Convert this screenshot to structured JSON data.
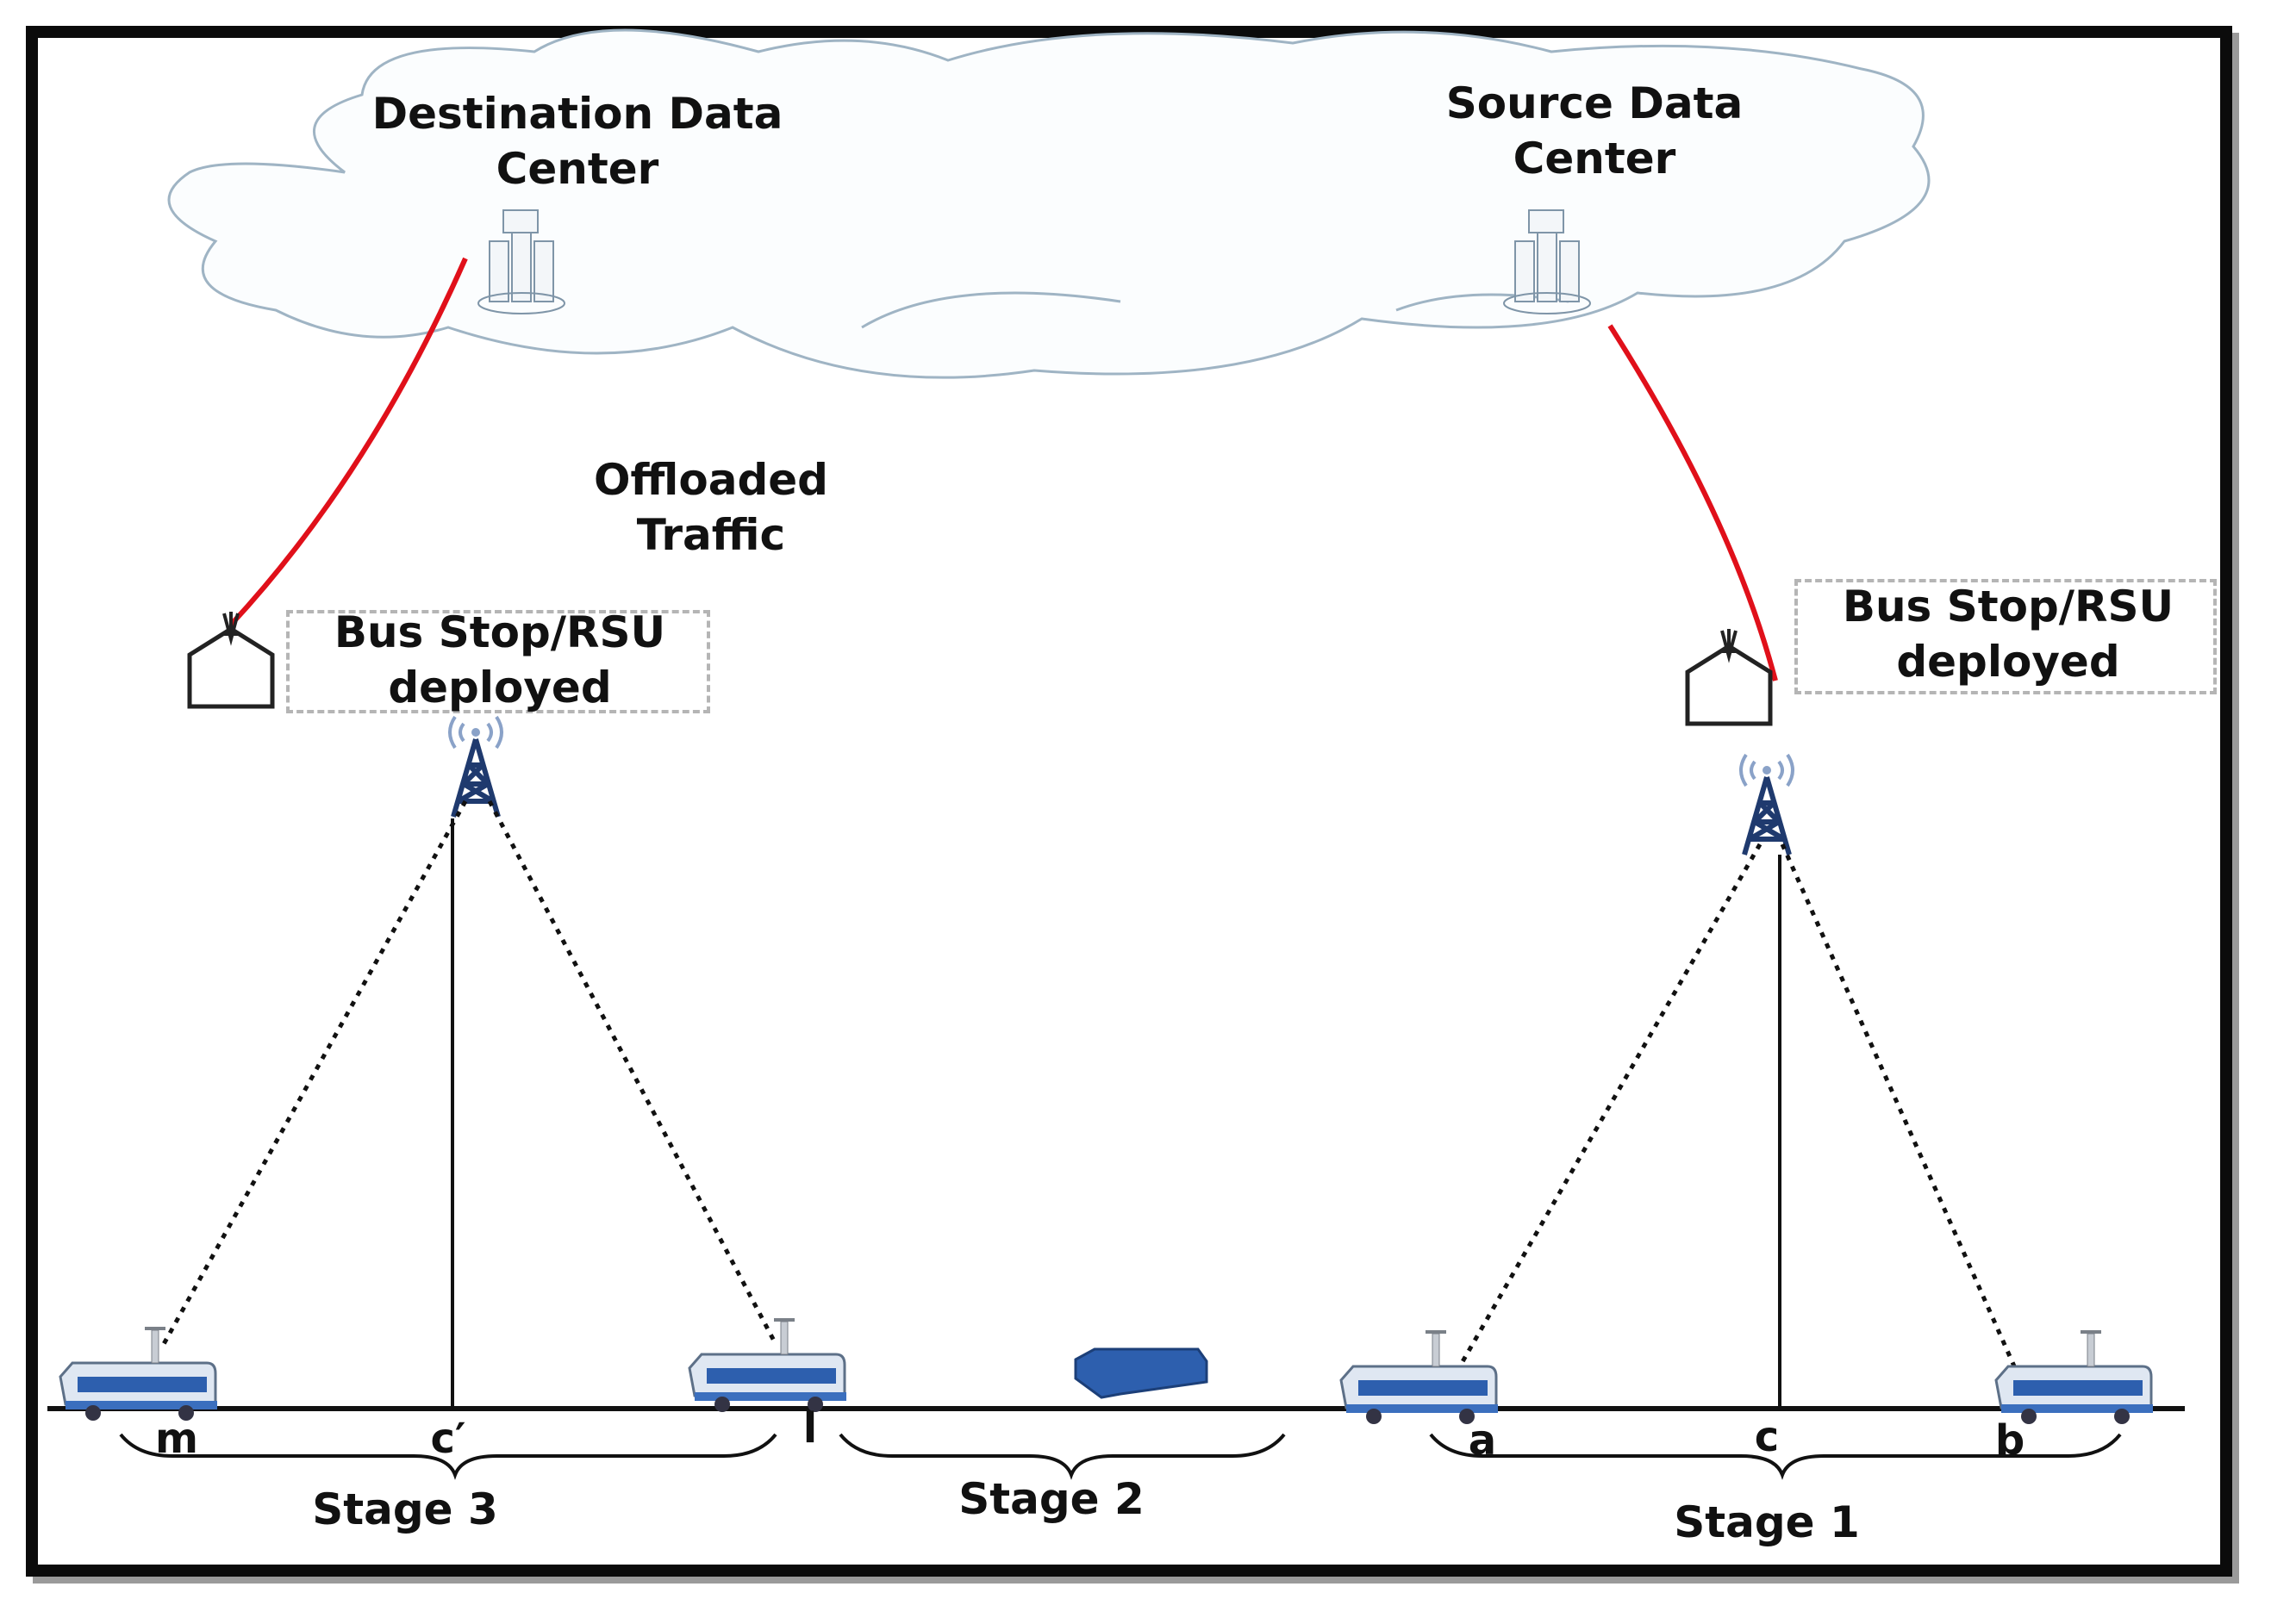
{
  "clouds": {
    "destination": "Destination Data Center",
    "source": "Source Data Center"
  },
  "offloaded": "Offloaded Traffic",
  "bus_stop_left": "Bus Stop/RSU deployed",
  "bus_stop_right": "Bus Stop/RSU deployed",
  "points": {
    "m": "m",
    "c_prime": "c′",
    "l": "l",
    "a": "a",
    "c": "c",
    "b": "b"
  },
  "stages": {
    "stage3": "Stage 3",
    "stage2": "Stage 2",
    "stage1": "Stage 1"
  },
  "colors": {
    "link": "#e0101a",
    "bus": "#2d5fae",
    "tower": "#1f3a6e",
    "cloud_stroke": "#9fb4c4"
  }
}
